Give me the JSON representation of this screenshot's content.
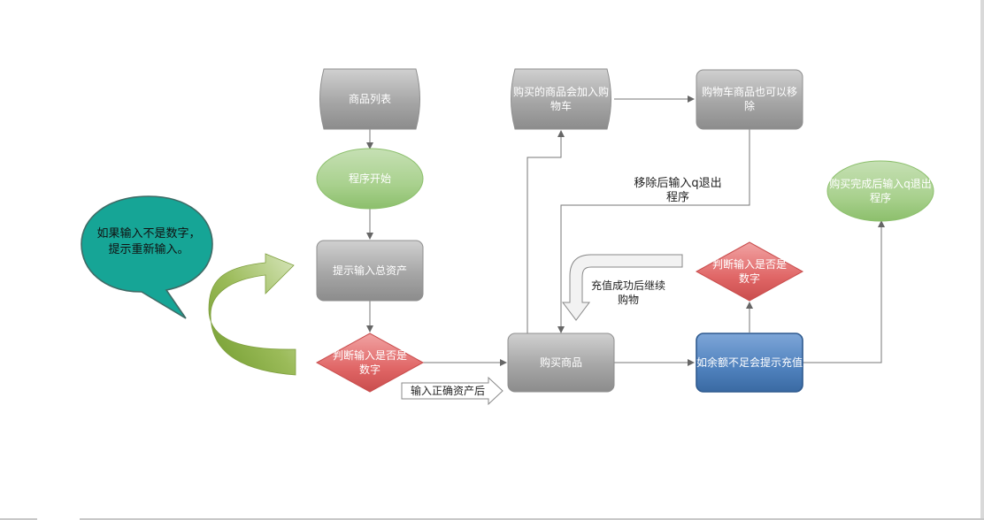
{
  "nodes": {
    "product_list": {
      "label": "商品列表",
      "color": "#a6a6a6"
    },
    "program_start": {
      "label": "程序开始",
      "color": "#a9d18e"
    },
    "prompt_assets": {
      "label": "提示输入总资产",
      "color": "#a6a6a6"
    },
    "check_number_1": {
      "label": "判断输入是否是数字",
      "color": "#e06666"
    },
    "buy_product": {
      "label": "购买商品",
      "color": "#a6a6a6"
    },
    "add_to_cart": {
      "label": "购买的商品会加入购物车",
      "color": "#a6a6a6"
    },
    "cart_remove": {
      "label": "购物车商品也可以移除",
      "color": "#a6a6a6"
    },
    "insufficient_balance": {
      "label": "如余额不足会提示充值",
      "color": "#4f81bd"
    },
    "check_number_2": {
      "label": "判断输入是否是数字",
      "color": "#e06666"
    },
    "purchase_done": {
      "label": "购买完成后输入q退出程序",
      "color": "#a9d18e"
    },
    "callout": {
      "label": "如果输入不是数字，提示重新输入。",
      "color": "#16a596"
    }
  },
  "annotations": {
    "remove_then_quit": "移除后输入q退出程序",
    "recharge_continue": "充值成功后继续购物",
    "correct_assets": "输入正确资产后"
  },
  "colors": {
    "connector": "#777777",
    "big_arrow": "#9bbb59",
    "hollow_arrow_fill": "#f2f2f2",
    "hollow_arrow_stroke": "#888888"
  }
}
